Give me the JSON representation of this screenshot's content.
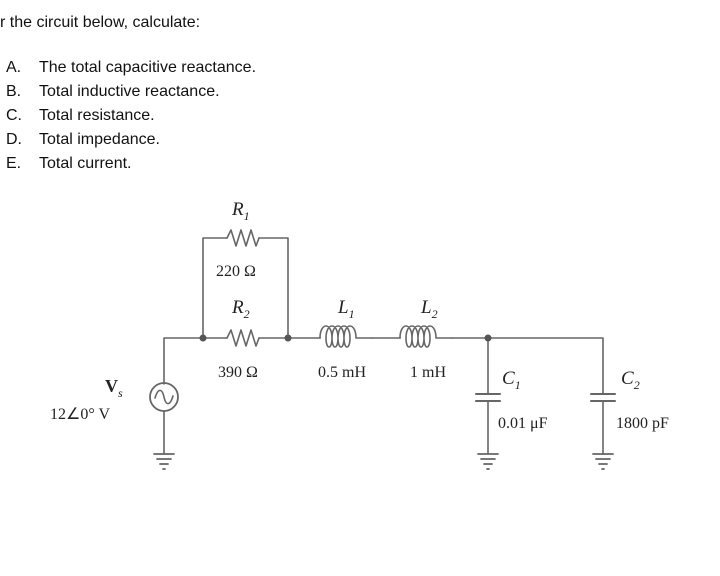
{
  "question": {
    "intro": "r the circuit below, calculate:",
    "items": [
      {
        "letter": "A.",
        "text": "The total capacitive reactance."
      },
      {
        "letter": "B.",
        "text": "Total inductive reactance."
      },
      {
        "letter": "C.",
        "text": "Total resistance."
      },
      {
        "letter": "D.",
        "text": "Total impedance."
      },
      {
        "letter": "E.",
        "text": "Total current."
      }
    ]
  },
  "circuit": {
    "source": {
      "name": "V",
      "subscript": "s",
      "value": "12∠0° V"
    },
    "r1": {
      "name": "R",
      "subscript": "1",
      "value": "220 Ω"
    },
    "r2": {
      "name": "R",
      "subscript": "2",
      "value": "390 Ω"
    },
    "l1": {
      "name": "L",
      "subscript": "1",
      "value": "0.5 mH"
    },
    "l2": {
      "name": "L",
      "subscript": "2",
      "value": "1 mH"
    },
    "c1": {
      "name": "C",
      "subscript": "1",
      "value": "0.01 μF"
    },
    "c2": {
      "name": "C",
      "subscript": "2",
      "value": "1800 pF"
    }
  },
  "colors": {
    "wire": "#666666",
    "text": "#222222"
  }
}
